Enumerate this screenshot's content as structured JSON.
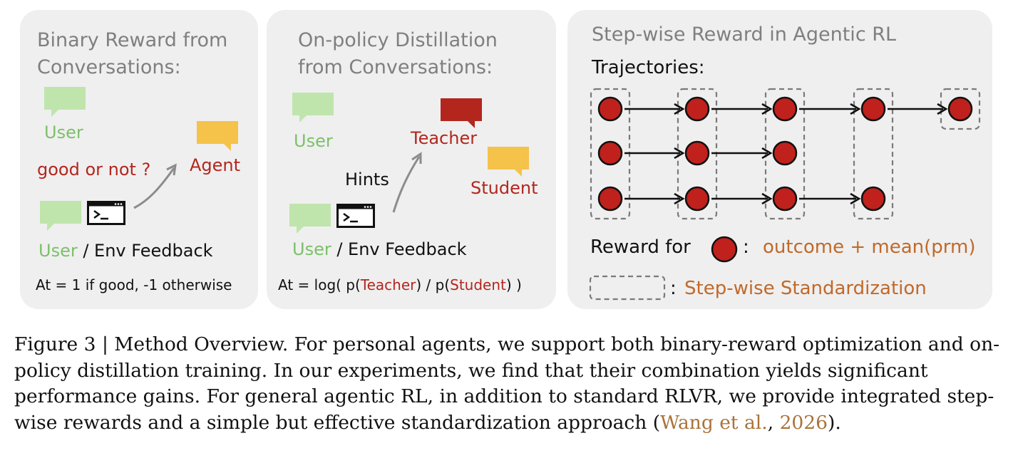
{
  "panels": {
    "binary": {
      "title_line1": "Binary Reward from",
      "title_line2": "Conversations:",
      "user": "User",
      "question": "good or not ?",
      "agent": "Agent",
      "user2": "User",
      "env_feedback": " / Env Feedback",
      "formula": "At = 1 if good, -1 otherwise"
    },
    "distill": {
      "title_line1": "On-policy Distillation",
      "title_line2": "from Conversations:",
      "user": "User",
      "teacher": "Teacher",
      "hints": "Hints",
      "student": "Student",
      "user2": "User",
      "env_feedback": " / Env Feedback",
      "formula_pre": "At = log( p(",
      "formula_teacher": "Teacher",
      "formula_mid": ") / p(",
      "formula_student": "Student",
      "formula_post": ") )"
    },
    "stepwise": {
      "title": "Step-wise Reward in Agentic RL",
      "trajectories": "Trajectories:",
      "reward_for": "Reward for",
      "colon": ":",
      "reward_value": "outcome + mean(prm)",
      "standardization_colon": ":",
      "standardization": "Step-wise Standardization",
      "rows": [
        [
          1,
          1,
          1,
          1,
          1
        ],
        [
          1,
          1,
          1,
          0,
          0
        ],
        [
          1,
          1,
          1,
          1,
          0
        ]
      ]
    }
  },
  "caption": {
    "text": "Figure 3 | Method Overview. For personal agents, we support both binary-reward optimization and on-policy distillation training. In our experiments, we find that their combination yields significant performance gains. For general agentic RL, in addition to standard RLVR, we provide integrated step-wise rewards and a simple but effective standardization approach (",
    "cite_author": "Wang et al.",
    "cite_sep": ", ",
    "cite_year": "2026",
    "end": ")."
  },
  "colors": {
    "panel_bg": "#efefef",
    "user_green": "#7cc06a",
    "bubble_green": "#bfe5ad",
    "bubble_yellow": "#f5c24a",
    "bubble_red": "#b3261e",
    "node_red": "#c0211c",
    "accent_orange": "#c0692a",
    "cite": "#a9733b"
  }
}
